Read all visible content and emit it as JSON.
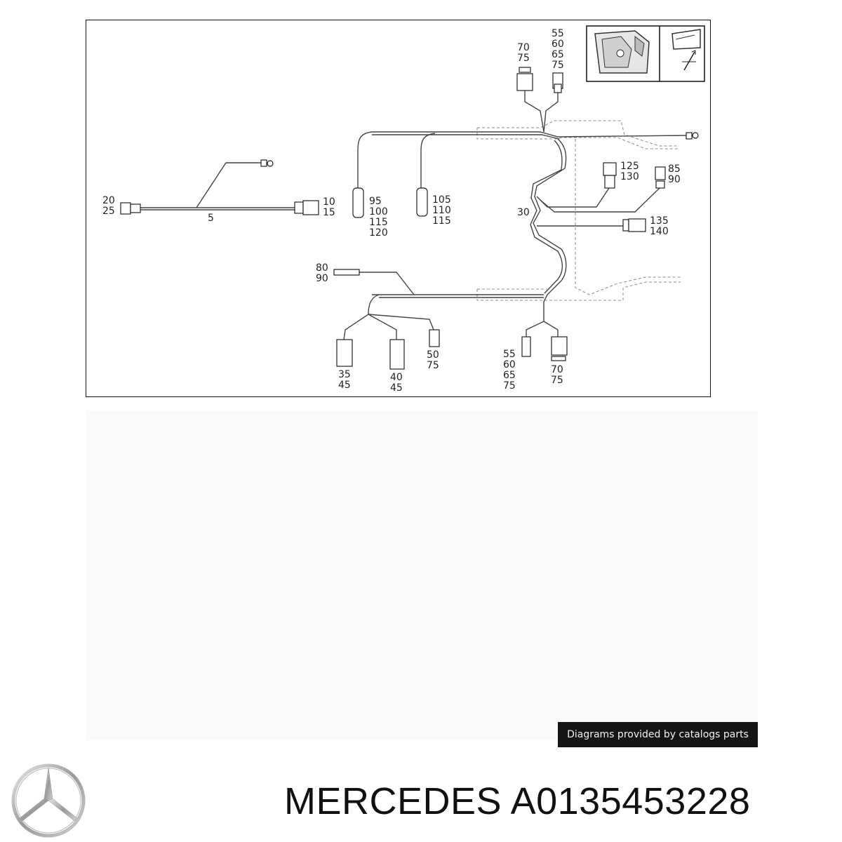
{
  "diagram": {
    "callouts": {
      "c20_25": [
        "20",
        "25"
      ],
      "c5": [
        "5"
      ],
      "c10_15": [
        "10",
        "15"
      ],
      "c95": [
        "95",
        "100",
        "115",
        "120"
      ],
      "c105": [
        "105",
        "110",
        "115"
      ],
      "c70top": [
        "70",
        "75"
      ],
      "c55top": [
        "55",
        "60",
        "65",
        "75"
      ],
      "c125": [
        "125",
        "130"
      ],
      "c85": [
        "85",
        "90"
      ],
      "c30": [
        "30"
      ],
      "c135": [
        "135",
        "140"
      ],
      "c80": [
        "80",
        "90"
      ],
      "c35": [
        "35",
        "45"
      ],
      "c40": [
        "40",
        "45"
      ],
      "c50": [
        "50",
        "75"
      ],
      "c55bot": [
        "55",
        "60",
        "65",
        "75"
      ],
      "c70bot": [
        "70",
        "75"
      ]
    }
  },
  "footer": {
    "credit": "Diagrams provided by catalogs parts",
    "brand": "MERCEDES",
    "part_number": "A0135453228"
  }
}
